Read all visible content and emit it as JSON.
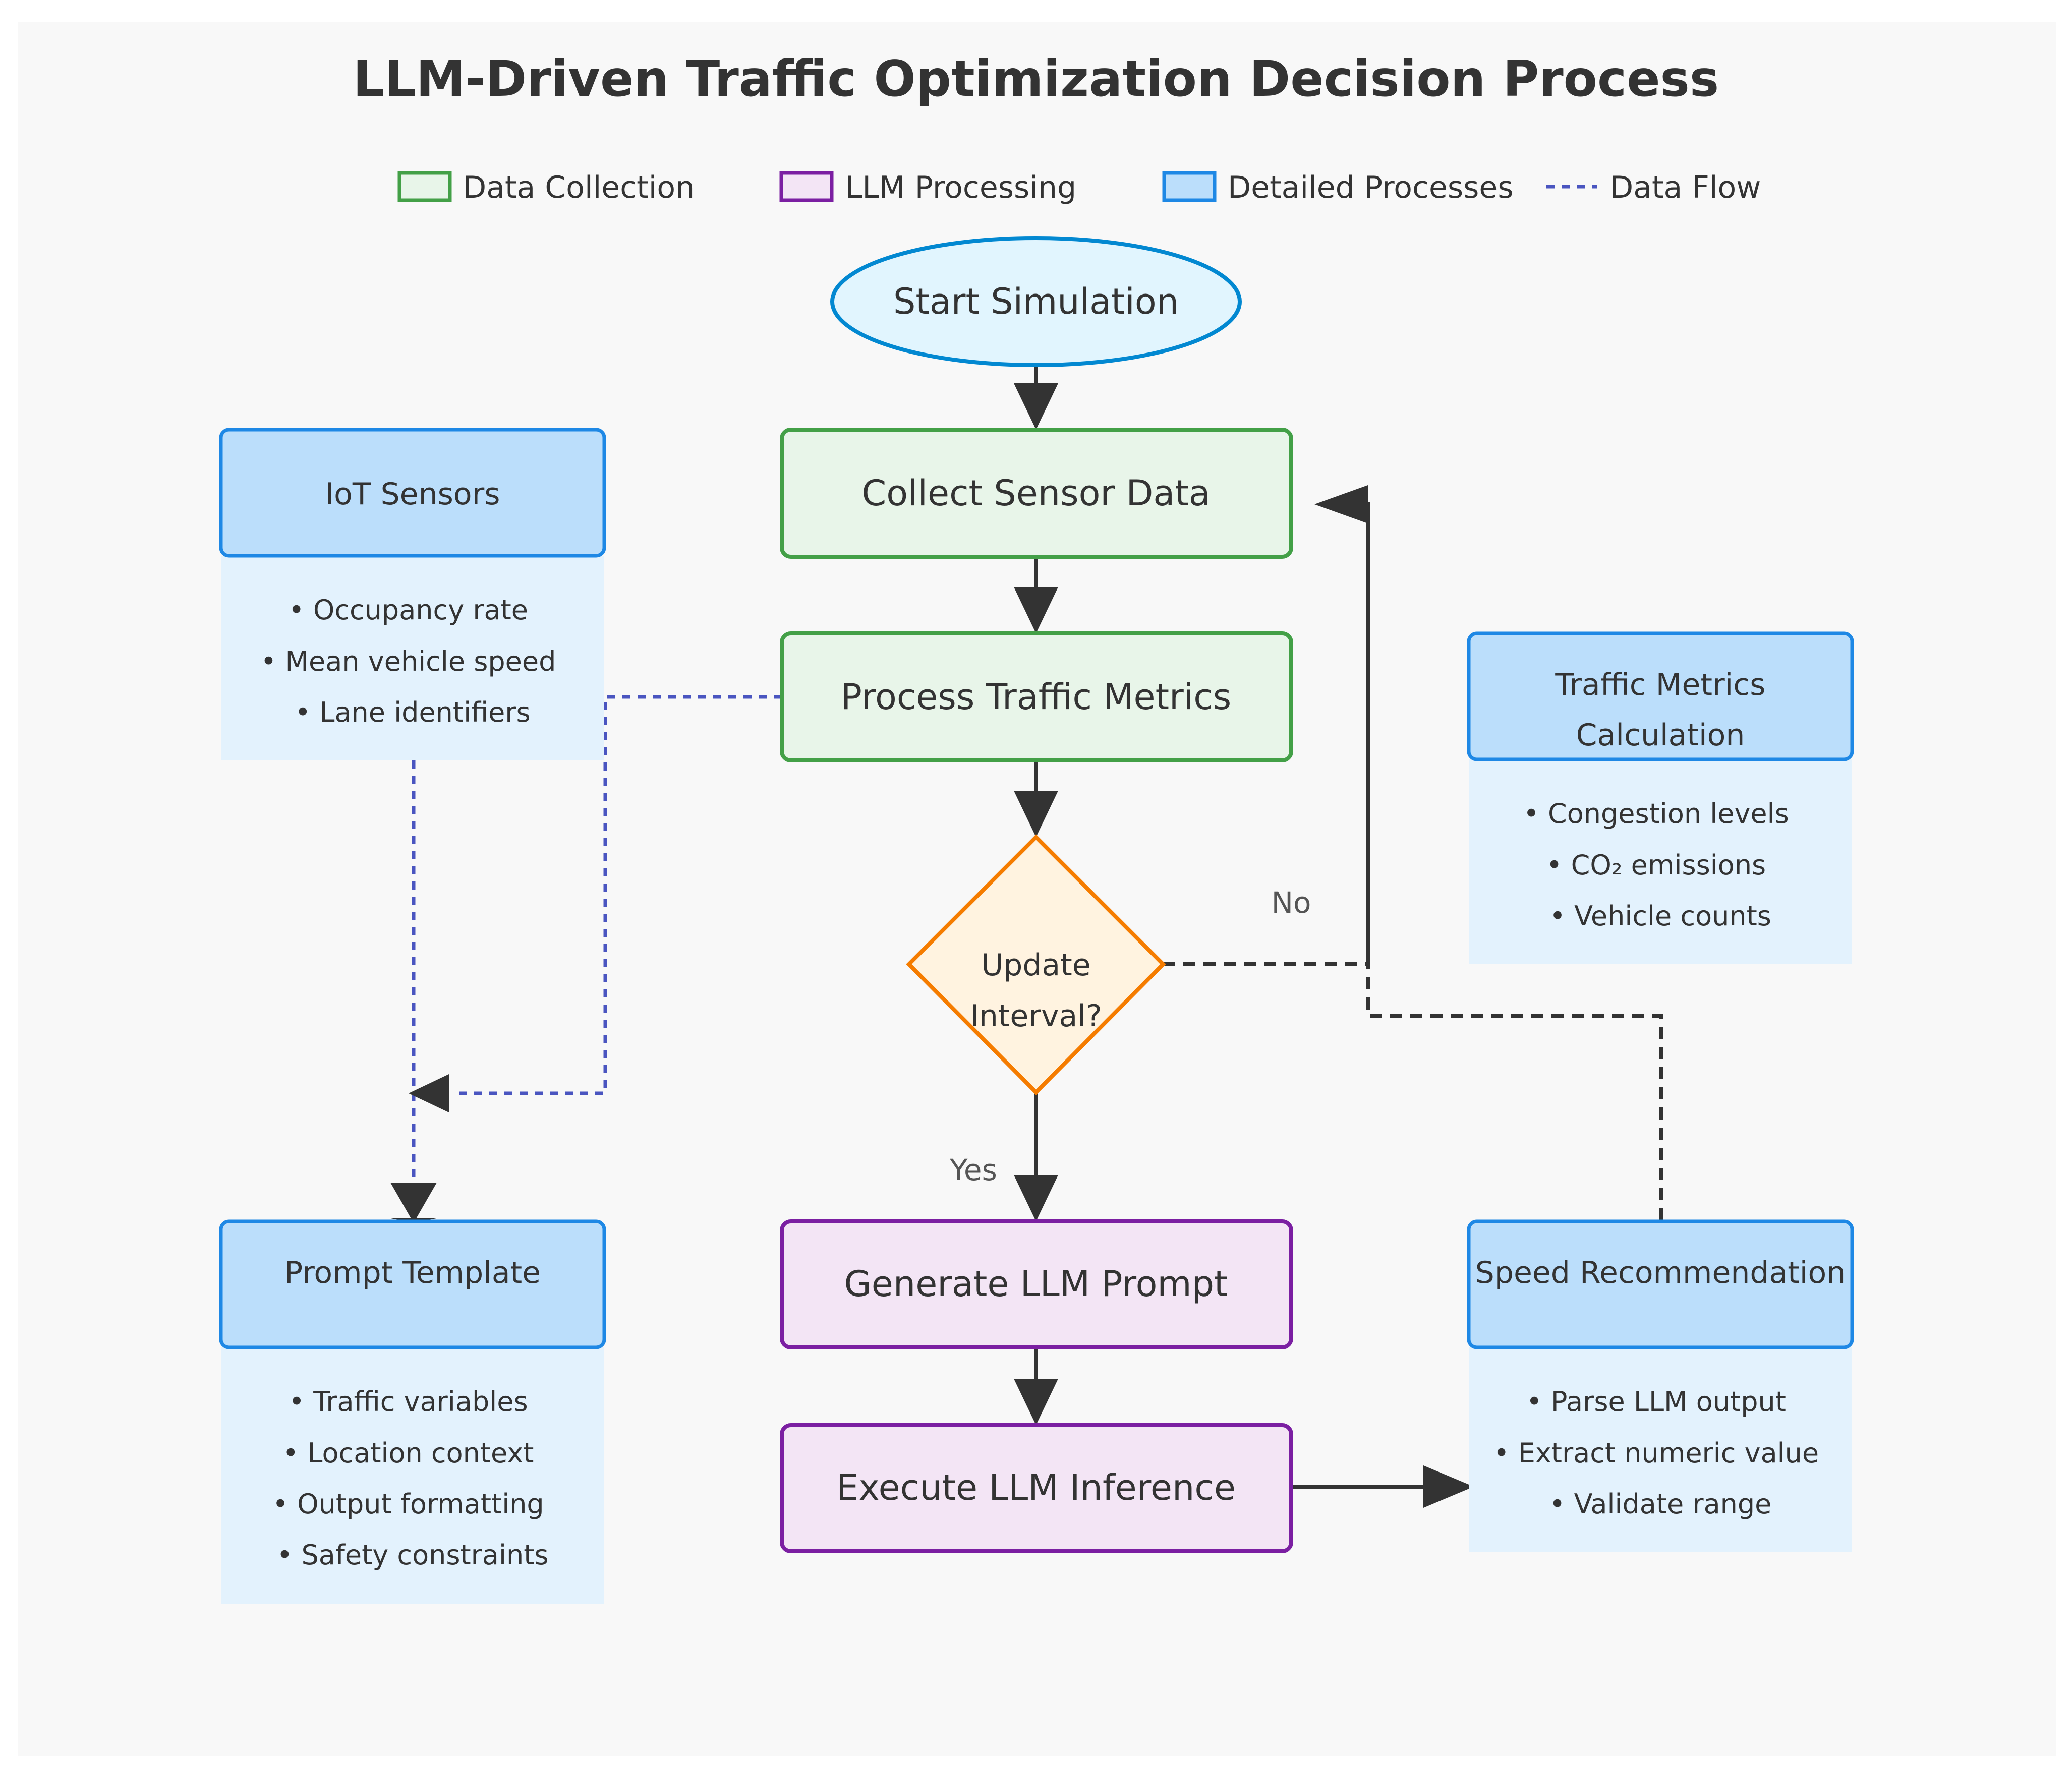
{
  "title": "LLM-Driven Traffic Optimization Decision Process",
  "legend": [
    {
      "label": "Data Collection",
      "kind": "box",
      "fill": "#e8f5e9",
      "stroke": "#43a047"
    },
    {
      "label": "LLM Processing",
      "kind": "box",
      "fill": "#f3e5f5",
      "stroke": "#7b1fa2"
    },
    {
      "label": "Detailed Processes",
      "kind": "box",
      "fill": "#bbdefb",
      "stroke": "#1e88e5"
    },
    {
      "label": "Data Flow",
      "kind": "line",
      "stroke": "#4a55c0"
    }
  ],
  "nodes": {
    "start": "Start Simulation",
    "collect": "Collect Sensor Data",
    "process": "Process Traffic Metrics",
    "decision_line1": "Update",
    "decision_line2": "Interval?",
    "generate": "Generate LLM Prompt",
    "execute": "Execute LLM Inference"
  },
  "edge_labels": {
    "yes": "Yes",
    "no": "No"
  },
  "panels": {
    "iot": {
      "title_lines": [
        "IoT Sensors"
      ],
      "items": [
        "Occupancy rate",
        "Mean vehicle speed",
        "Lane identifiers"
      ]
    },
    "metrics": {
      "title_lines": [
        "Traffic Metrics",
        "Calculation"
      ],
      "items": [
        "Congestion levels",
        "CO₂ emissions",
        "Vehicle counts"
      ]
    },
    "prompt": {
      "title_lines": [
        "Prompt Template"
      ],
      "items": [
        "Traffic variables",
        "Location context",
        "Output formatting",
        "Safety constraints"
      ]
    },
    "speed": {
      "title_lines": [
        "Speed Recommendation"
      ],
      "items": [
        "Parse LLM output",
        "Extract numeric value",
        "Validate range"
      ]
    }
  },
  "bullet": "•",
  "colors": {
    "page_bg": "#ffffff",
    "canvas_bg": "#f8f8f8",
    "start_fill": "#e1f5fe",
    "start_stroke": "#0288d1",
    "collect_fill": "#e8f5e9",
    "collect_stroke": "#43a047",
    "llm_fill": "#f3e5f5",
    "llm_stroke": "#7b1fa2",
    "decision_fill": "#fff3e0",
    "decision_stroke": "#f57c00",
    "panel_head_fill": "#bbdefb",
    "panel_head_stroke": "#1e88e5",
    "panel_body_fill": "#e3f2fd",
    "arrow": "#333333",
    "data_flow": "#4a55c0"
  }
}
